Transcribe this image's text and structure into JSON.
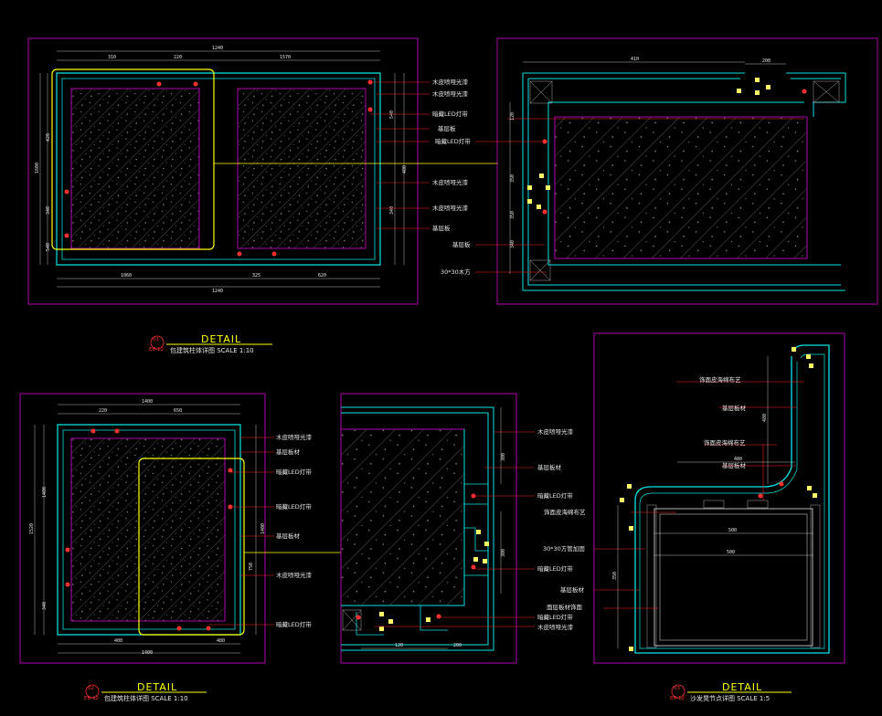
{
  "colors": {
    "frame": "#b000b0",
    "wall": "#00e5e5",
    "leader": "#ff2020",
    "highlight": "#ffff00",
    "hatch": "#9a9a9a",
    "text": "#e8e8e8",
    "background": "#000000"
  },
  "details": [
    {
      "number": "01",
      "sheet_ref": "E6-12",
      "title": "DETAIL",
      "subtitle": "包建筑柱体详图  SCALE 1:10",
      "dims_top": [
        "1240",
        "310",
        "220",
        "1570"
      ],
      "dims_bottom": [
        "1060",
        "325",
        "620",
        "1240"
      ],
      "dims_left": [
        "1600",
        "420",
        "340",
        "540"
      ],
      "dims_right": [
        "540",
        "480",
        "340"
      ]
    },
    {
      "number": "02",
      "sheet_ref": "E6-12",
      "title": "DETAIL",
      "subtitle": "包建筑柱体详图  SCALE 1:10",
      "dims_top": [
        "1400",
        "220",
        "650"
      ],
      "dims_bottom": [
        "400",
        "480",
        "1400"
      ],
      "dims_left": [
        "1520",
        "1400",
        "340"
      ],
      "dims_right": [
        "1400",
        "750"
      ]
    },
    {
      "number": "03",
      "sheet_ref": "E6-12",
      "title": "DETAIL",
      "subtitle": "沙发凳节点详图  SCALE 1:5",
      "dims_inner": [
        "500",
        "500",
        "480"
      ],
      "dims_side": [
        "350",
        "480"
      ]
    }
  ],
  "labels_detail1": [
    "木皮喷哑光漆",
    "木皮喷哑光漆",
    "暗藏LED灯带",
    "基层板",
    "暗藏LED灯带",
    "木皮喷哑光漆",
    "木皮喷哑光漆",
    "基层板",
    "基层板",
    "30*30木方"
  ],
  "dims_detail1_section": [
    "410",
    "200",
    "120",
    "350",
    "340",
    "350"
  ],
  "labels_detail2": [
    "木皮喷哑光漆",
    "基层板材",
    "暗藏LED灯带",
    "暗藏LED灯带",
    "基层板材",
    "木皮喷哑光漆",
    "暗藏LED灯带"
  ],
  "labels_detail2_section": [
    "木皮喷哑光漆",
    "基层板材",
    "暗藏LED灯带",
    "暗藏LED灯带",
    "暗藏LED灯带",
    "木皮喷哑光漆"
  ],
  "dims_detail2_section": [
    "300",
    "300",
    "120",
    "200"
  ],
  "labels_detail3": [
    "饰面皮海绵布艺",
    "基层板材",
    "饰面皮海绵布艺",
    "基层板材",
    "饰面皮海绵布艺",
    "30*30方管加固",
    "基层板材",
    "面层板材饰面"
  ]
}
